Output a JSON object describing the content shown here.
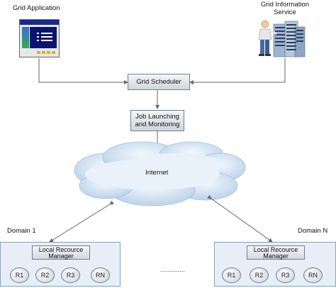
{
  "nodes": {
    "grid_application": "Grid Application",
    "grid_information_service_line1": "Grid Information",
    "grid_information_service_line2": "Service",
    "grid_scheduler": "Grid Scheduler",
    "job_launching_line1": "Job Launching",
    "job_launching_line2": "and Monitoring",
    "internet": "Internet",
    "domain_1": "Domain 1",
    "domain_n": "Domain N",
    "local_resource_manager_line1": "Local Recource",
    "local_resource_manager_line2": "Manager",
    "ellipsis": "..............",
    "resources": [
      "R1",
      "R2",
      "R3",
      "RN"
    ]
  },
  "colors": {
    "box_border": "#6f7f8f",
    "domain_fill": "#e7eef7",
    "cloud_fill": "#d6e6f5",
    "arrow": "#666666"
  },
  "icons": {
    "application": "application-window-icon",
    "information_service": "server-with-person-icon"
  }
}
